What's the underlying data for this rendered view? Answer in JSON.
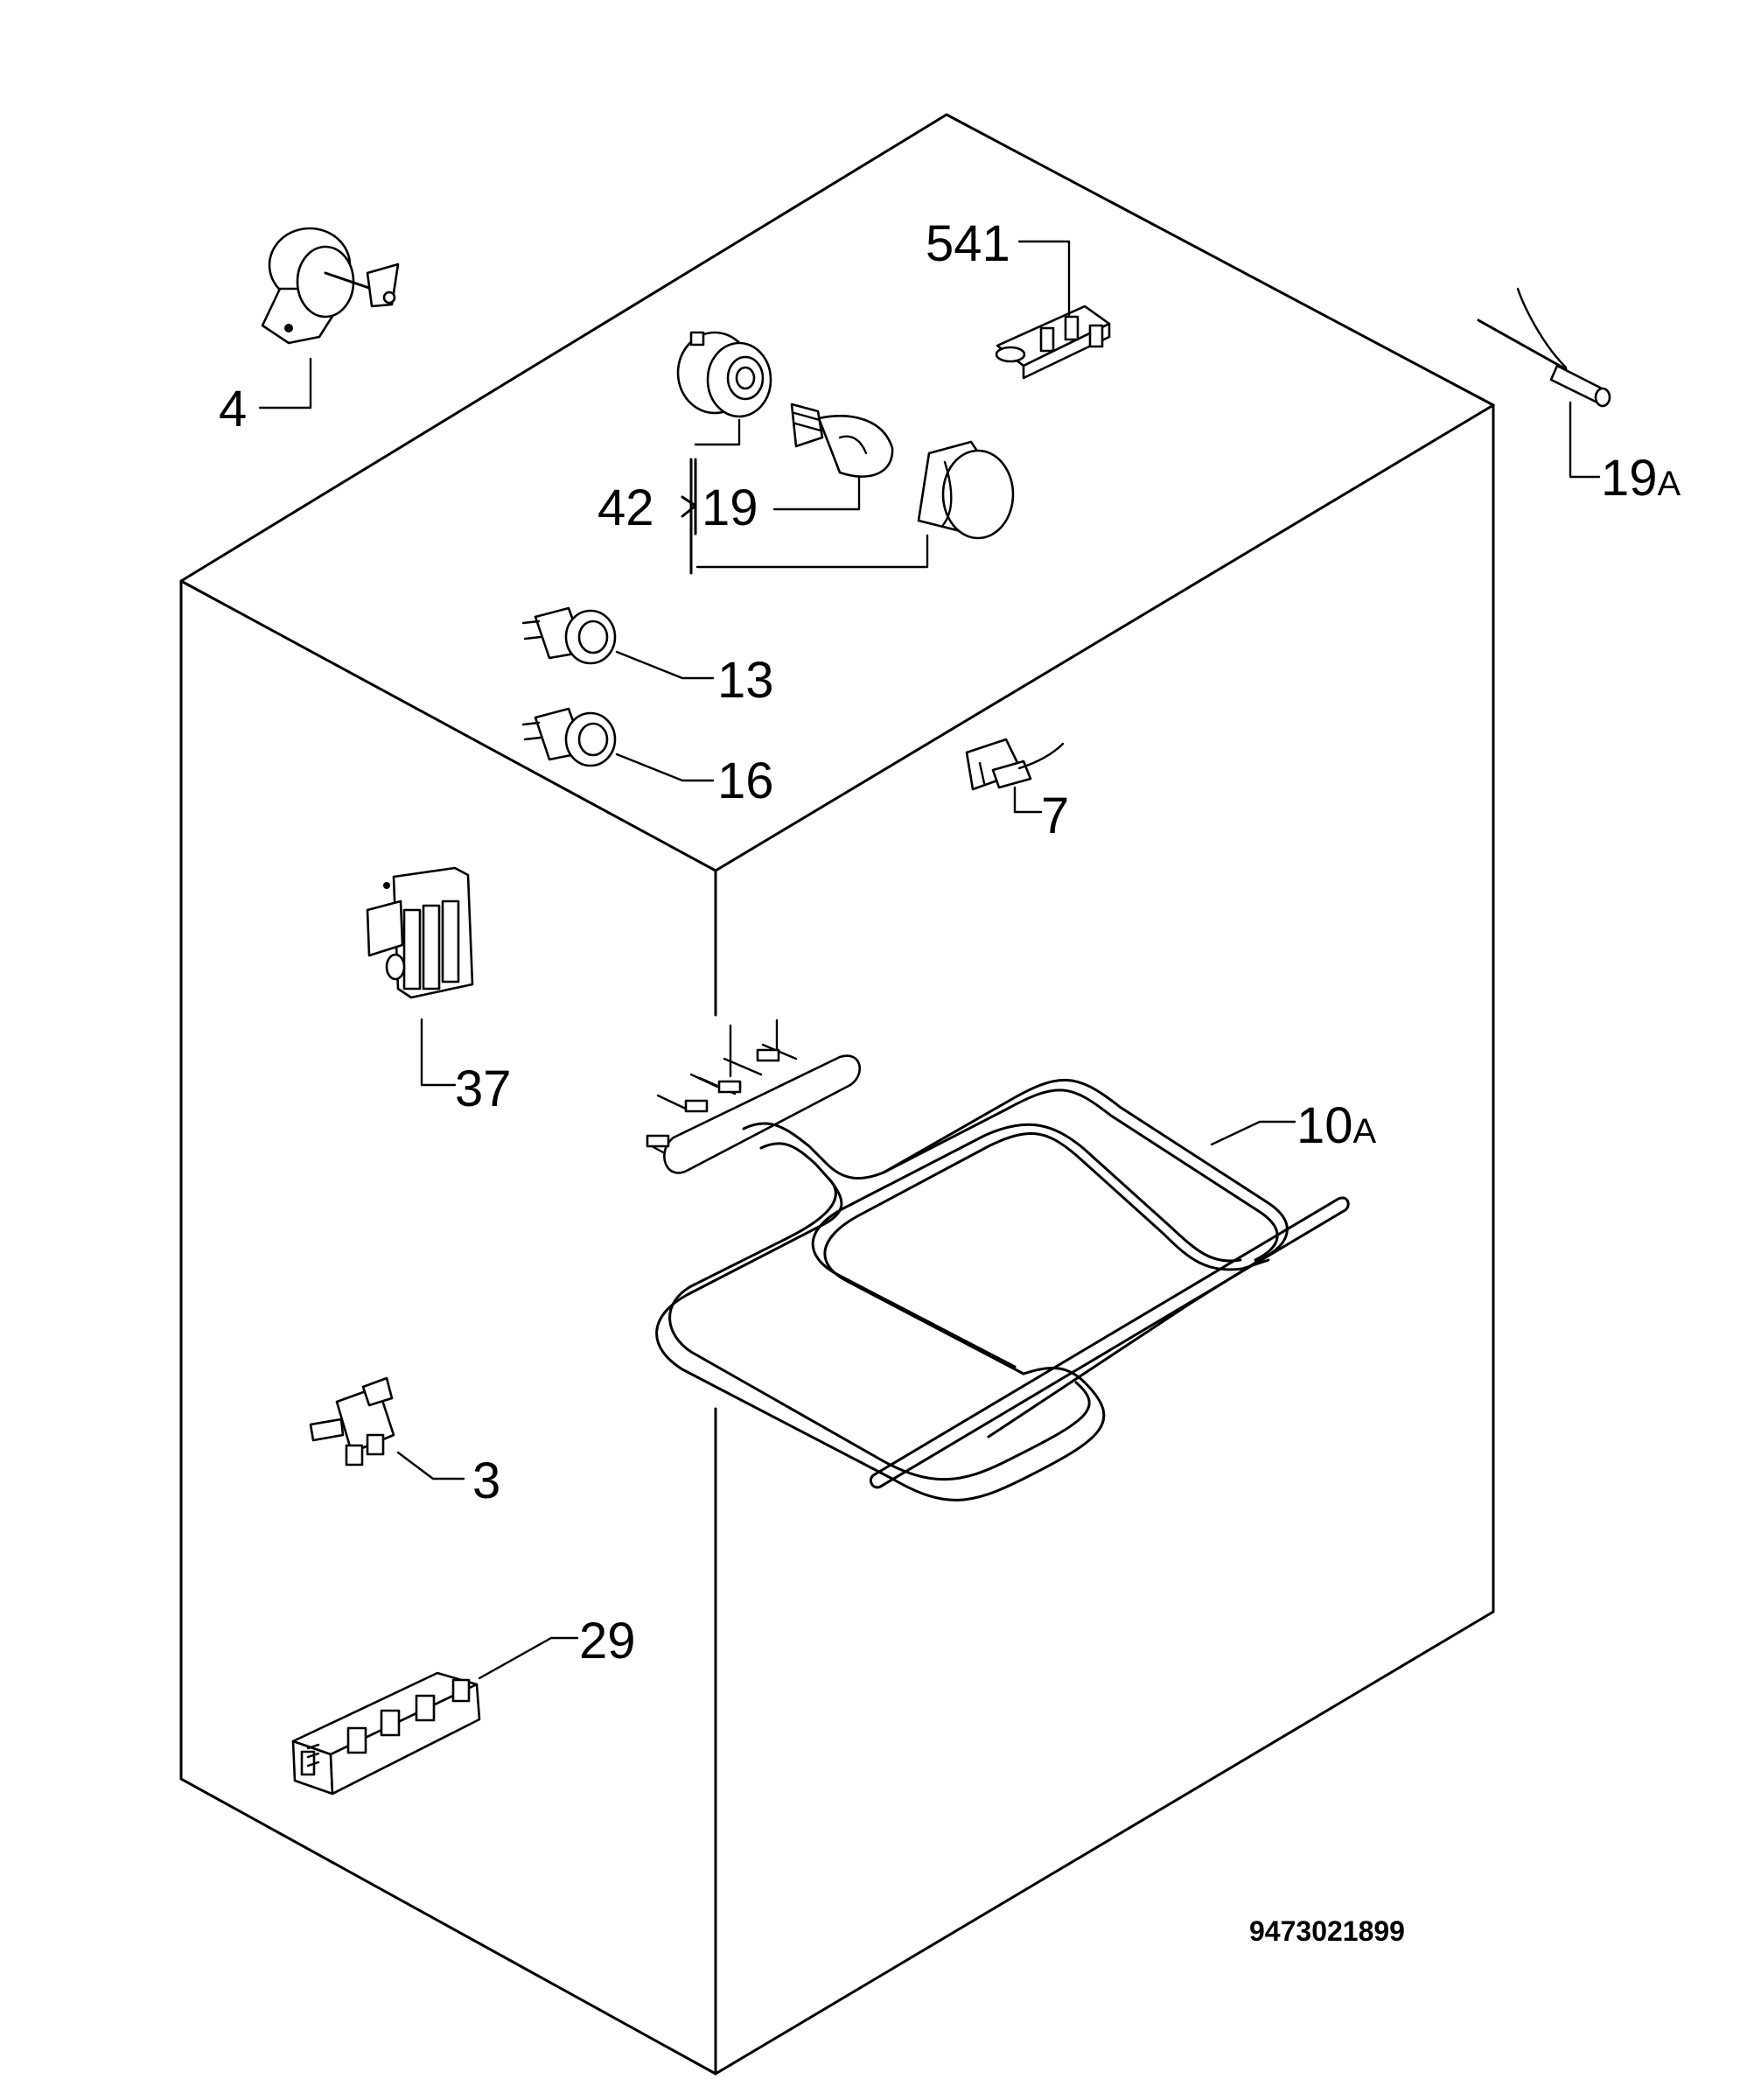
{
  "labels": {
    "p4": "4",
    "p541": "541",
    "p19A_num": "19",
    "p19A_suffix": "A",
    "p42": "42",
    "p19": "19",
    "p13": "13",
    "p16": "16",
    "p7": "7",
    "p37": "37",
    "p10A_num": "10",
    "p10A_suffix": "A",
    "p3": "3",
    "p29": "29"
  },
  "drawing_code": "9473021899"
}
